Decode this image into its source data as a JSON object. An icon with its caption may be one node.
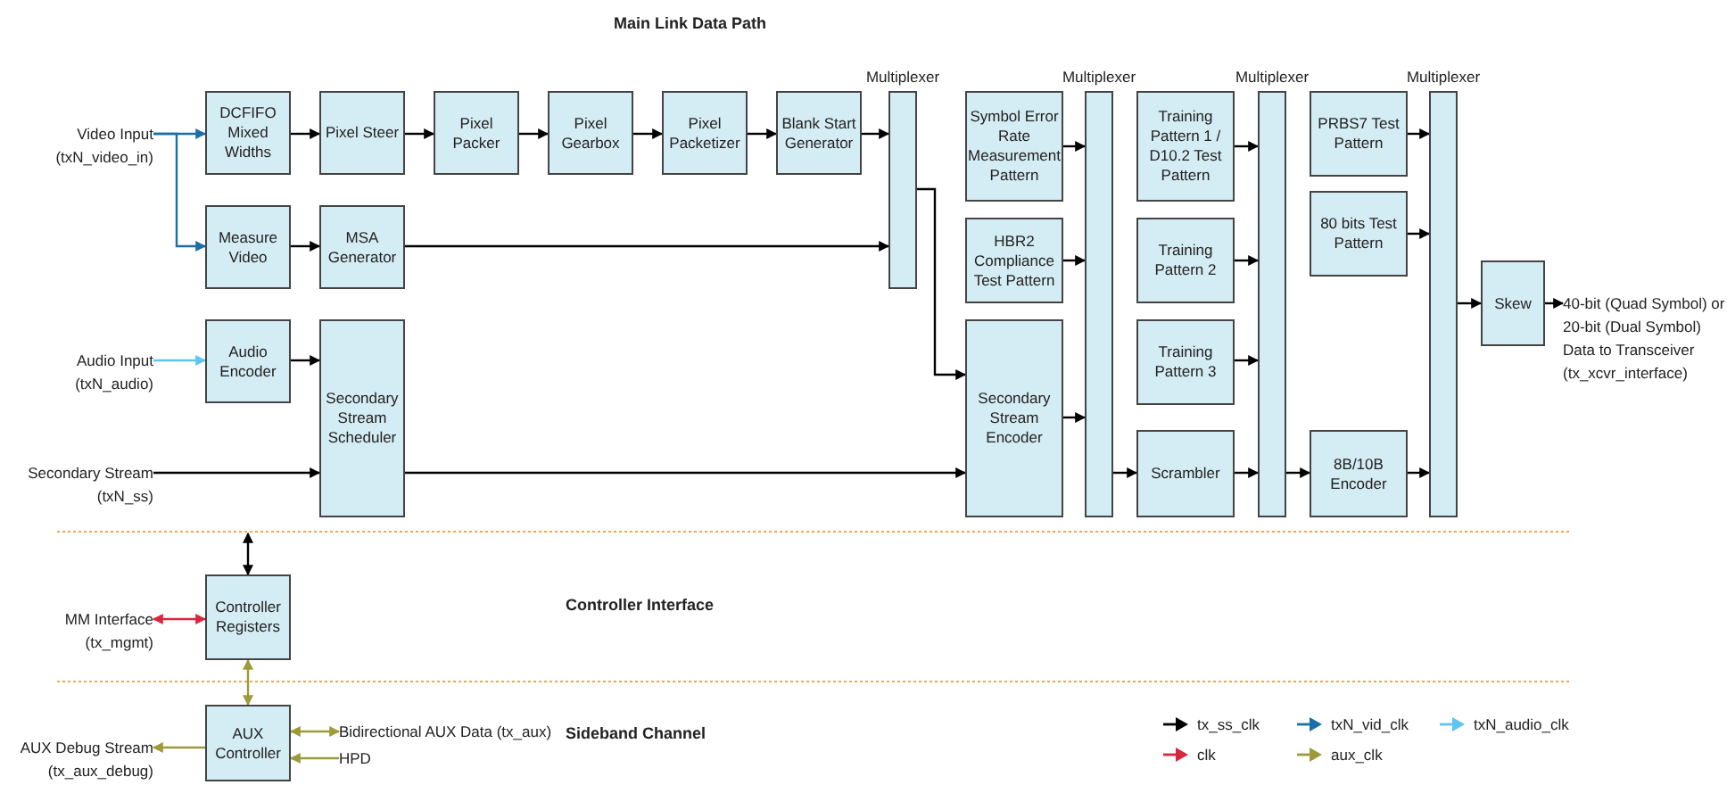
{
  "diagram": {
    "title": "Main Link Data Path",
    "nodes": [
      {
        "text": [
          "Video Input (txN_video_in)"
        ]
      },
      {
        "text": [
          "DCFIFO Mixed Widths"
        ]
      },
      {
        "text": [
          "Pixel Steer"
        ]
      },
      {
        "text": [
          "Pixel Packer"
        ]
      },
      {
        "text": [
          "Pixel Gearbox"
        ]
      },
      {
        "text": [
          "Pixel Packetizer"
        ]
      },
      {
        "text": [
          "Blank Start Generator"
        ]
      },
      {
        "text": [
          "Multiplexer"
        ]
      },
      {
        "text": [
          "Measure Video"
        ]
      },
      {
        "text": [
          "MSA Generator"
        ]
      },
      {
        "text": [
          "Audio Input (txN_audio)"
        ]
      },
      {
        "text": [
          "Audio Encoder"
        ]
      },
      {
        "text": [
          "Secondary Stream (txN_ss)"
        ]
      },
      {
        "text": [
          "Secondary Stream Scheduler"
        ]
      },
      {
        "text": [
          "Symbol Error Rate Measurement Pattern"
        ]
      },
      {
        "text": [
          "HBR2 Compliance Test Pattern"
        ]
      },
      {
        "text": [
          "Secondary Stream Encoder"
        ]
      },
      {
        "text": [
          "Multiplexer"
        ]
      },
      {
        "text": [
          "Training Pattern 1 / D10.2 Test Pattern"
        ]
      },
      {
        "text": [
          "Training Pattern 2"
        ]
      },
      {
        "text": [
          "Training Pattern 3"
        ]
      },
      {
        "text": [
          "Scrambler"
        ]
      },
      {
        "text": [
          "Multiplexer"
        ]
      },
      {
        "text": [
          "PRBS7 Test Pattern"
        ]
      },
      {
        "text": [
          "80 bits Test Pattern"
        ]
      },
      {
        "text": [
          "8B/10B Encoder"
        ]
      },
      {
        "text": [
          "Multiplexer"
        ]
      },
      {
        "text": [
          "Skew"
        ]
      },
      {
        "text": [
          "40-bit (Quad Symbol) or 20-bit (Dual Symbol) Data to Transceiver (tx_xcvr_interface)"
        ]
      },
      {
        "text": [
          "MM Interface (tx_mgmt)"
        ]
      },
      {
        "text": [
          "Controller Registers"
        ]
      },
      {
        "text": [
          "AUX Debug Stream (tx_aux_debug)"
        ]
      },
      {
        "text": [
          "AUX Controller"
        ]
      },
      {
        "text": [
          "Bidirectional AUX Data (tx_aux)"
        ]
      },
      {
        "text": [
          "HPD"
        ]
      }
    ],
    "edges": [
      {
        "from": 0,
        "to": 1,
        "arrow": "to",
        "color": "#1b6fa8"
      },
      {
        "from": 0,
        "to": 8,
        "arrow": "to",
        "color": "#1b6fa8"
      },
      {
        "from": 1,
        "to": 2,
        "arrow": "to"
      },
      {
        "from": 2,
        "to": 3,
        "arrow": "to"
      },
      {
        "from": 3,
        "to": 4,
        "arrow": "to"
      },
      {
        "from": 4,
        "to": 5,
        "arrow": "to"
      },
      {
        "from": 5,
        "to": 6,
        "arrow": "to"
      },
      {
        "from": 6,
        "to": 7,
        "arrow": "to"
      },
      {
        "from": 8,
        "to": 9,
        "arrow": "to"
      },
      {
        "from": 9,
        "to": 7,
        "arrow": "to"
      },
      {
        "from": 10,
        "to": 11,
        "arrow": "to",
        "color": "#5ec4f4"
      },
      {
        "from": 11,
        "to": 13,
        "arrow": "to"
      },
      {
        "from": 12,
        "to": 13,
        "arrow": "to"
      },
      {
        "from": 13,
        "to": 16,
        "arrow": "to"
      },
      {
        "from": 7,
        "to": 16,
        "arrow": "to"
      },
      {
        "from": 14,
        "to": 17,
        "arrow": "to"
      },
      {
        "from": 15,
        "to": 17,
        "arrow": "to"
      },
      {
        "from": 16,
        "to": 17,
        "arrow": "to"
      },
      {
        "from": 17,
        "to": 21,
        "arrow": "to"
      },
      {
        "from": 18,
        "to": 22,
        "arrow": "to"
      },
      {
        "from": 19,
        "to": 22,
        "arrow": "to"
      },
      {
        "from": 20,
        "to": 22,
        "arrow": "to"
      },
      {
        "from": 21,
        "to": 22,
        "arrow": "to"
      },
      {
        "from": 22,
        "to": 25,
        "arrow": "to"
      },
      {
        "from": 23,
        "to": 26,
        "arrow": "to"
      },
      {
        "from": 24,
        "to": 26,
        "arrow": "to"
      },
      {
        "from": 25,
        "to": 26,
        "arrow": "to"
      },
      {
        "from": 26,
        "to": 27,
        "arrow": "to"
      },
      {
        "from": 27,
        "to": 28,
        "arrow": "to"
      },
      {
        "from": null,
        "to": 30,
        "arrow": "both"
      },
      {
        "from": 29,
        "to": 30,
        "arrow": "both",
        "color": "#d7263d"
      },
      {
        "from": 30,
        "to": 32,
        "arrow": "both",
        "color": "#9c9a3a"
      },
      {
        "from": 32,
        "to": 31,
        "arrow": "to",
        "color": "#9c9a3a"
      },
      {
        "from": 32,
        "to": 33,
        "arrow": "both",
        "color": "#9c9a3a"
      },
      {
        "from": 34,
        "to": 32,
        "arrow": "to",
        "color": "#9c9a3a"
      }
    ],
    "labels": [
      "Controller Interface",
      "Sideband Channel"
    ],
    "legend": [
      {
        "text": "tx_ss_clk",
        "color": "#000000"
      },
      {
        "text": "txN_vid_clk",
        "color": "#1b6fa8"
      },
      {
        "text": "txN_audio_clk",
        "color": "#5ec4f4"
      },
      {
        "text": "clk",
        "color": "#d7263d"
      },
      {
        "text": "aux_clk",
        "color": "#9c9a3a"
      }
    ]
  }
}
